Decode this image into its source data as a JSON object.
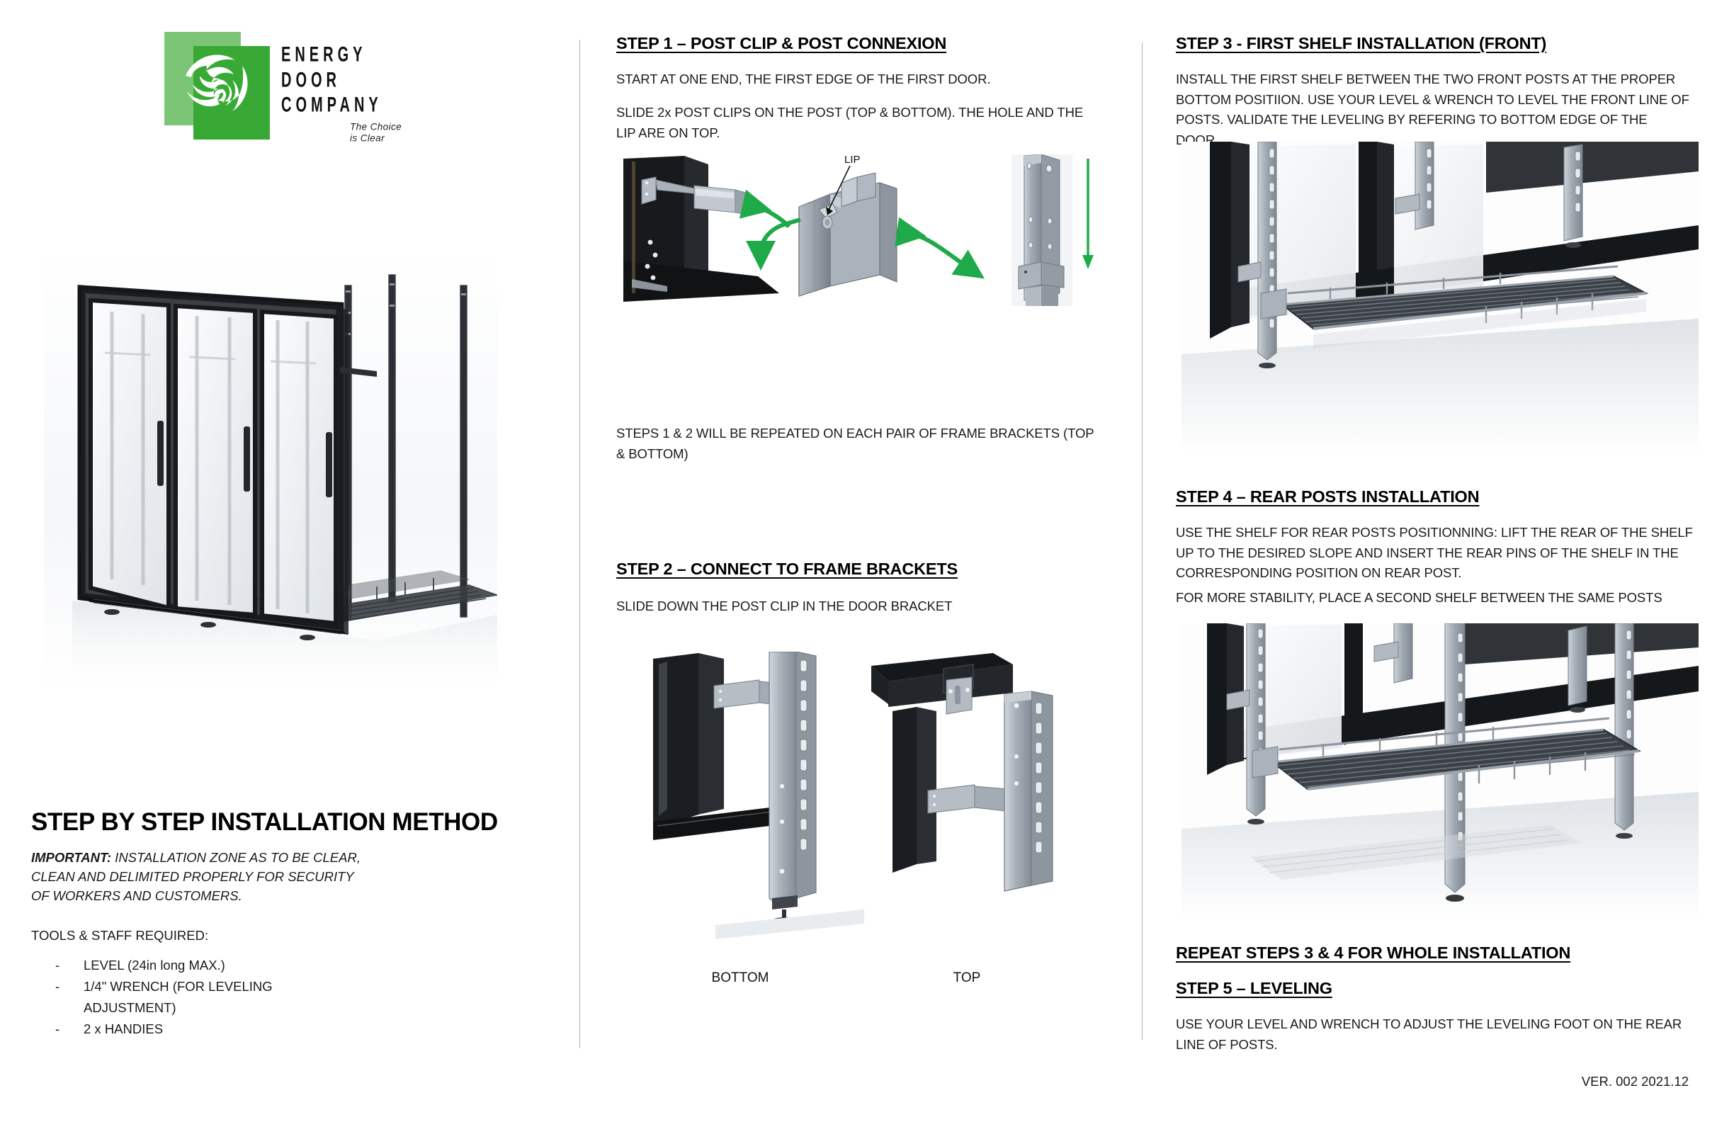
{
  "brand": {
    "words": [
      "ENERGY",
      "DOOR",
      "COMPANY"
    ],
    "tagline": "The Choice is Clear",
    "colors": {
      "light_green": "#7cc576",
      "dark_green": "#39a935",
      "swirl": "#ffffff"
    }
  },
  "left": {
    "title": "STEP BY STEP INSTALLATION METHOD",
    "important_label": "IMPORTANT:",
    "important_text": " INSTALLATION ZONE AS TO BE CLEAR, CLEAN AND DELIMITED PROPERLY FOR SECURITY OF WORKERS AND CUSTOMERS.",
    "tools_heading": "TOOLS & STAFF REQUIRED:",
    "tools": [
      {
        "dash": "-",
        "label": "LEVEL (24in long MAX.)"
      },
      {
        "dash": "-",
        "label": "1/4\" WRENCH (FOR LEVELING ADJUSTMENT)"
      },
      {
        "dash": "-",
        "label": "2 x HANDIES"
      }
    ]
  },
  "step1": {
    "heading": "STEP 1 – POST CLIP & POST CONNEXION",
    "text_1": "START AT ONE END, THE FIRST EDGE OF THE FIRST DOOR.",
    "text_2": "SLIDE 2x POST CLIPS ON THE POST (TOP & BOTTOM). THE HOLE AND THE LIP ARE ON TOP.",
    "figure_callout": "LIP",
    "note": "STEPS 1 & 2 WILL BE REPEATED ON EACH PAIR OF FRAME BRACKETS (TOP & BOTTOM)"
  },
  "step2": {
    "heading": "STEP 2 – CONNECT TO FRAME BRACKETS",
    "text": "SLIDE DOWN THE POST CLIP  IN THE DOOR BRACKET",
    "caption_left": "BOTTOM",
    "caption_right": "TOP"
  },
  "step3": {
    "heading": "STEP 3 - FIRST SHELF INSTALLATION (FRONT)",
    "text": "INSTALL THE FIRST SHELF BETWEEN THE TWO FRONT POSTS AT THE PROPER BOTTOM POSITIION. USE YOUR LEVEL & WRENCH TO LEVEL THE FRONT LINE OF POSTS. VALIDATE THE LEVELING BY REFERING TO BOTTOM EDGE OF THE DOOR."
  },
  "step4": {
    "heading": "STEP 4 – REAR POSTS INSTALLATION",
    "text_1": "USE THE SHELF FOR REAR POSTS POSITIONNING: LIFT THE REAR OF THE SHELF UP TO THE DESIRED SLOPE AND INSERT THE REAR PINS OF THE SHELF IN THE CORRESPONDING POSITION ON REAR POST.",
    "text_2": "FOR MORE STABILITY, PLACE A SECOND SHELF BETWEEN THE SAME POSTS"
  },
  "repeat": {
    "heading": "REPEAT STEPS 3 & 4 FOR WHOLE INSTALLATION"
  },
  "step5": {
    "heading": "STEP 5 – LEVELING",
    "text": "USE YOUR LEVEL AND WRENCH TO ADJUST THE LEVELING FOOT ON THE REAR LINE OF POSTS."
  },
  "footer": {
    "version": "VER. 002 2021.12"
  },
  "theme": {
    "arrow_green": "#1faa4a",
    "divider": "#9fb2c4",
    "metal": "#9aa3ad",
    "frame_black": "#1b1b1b"
  }
}
